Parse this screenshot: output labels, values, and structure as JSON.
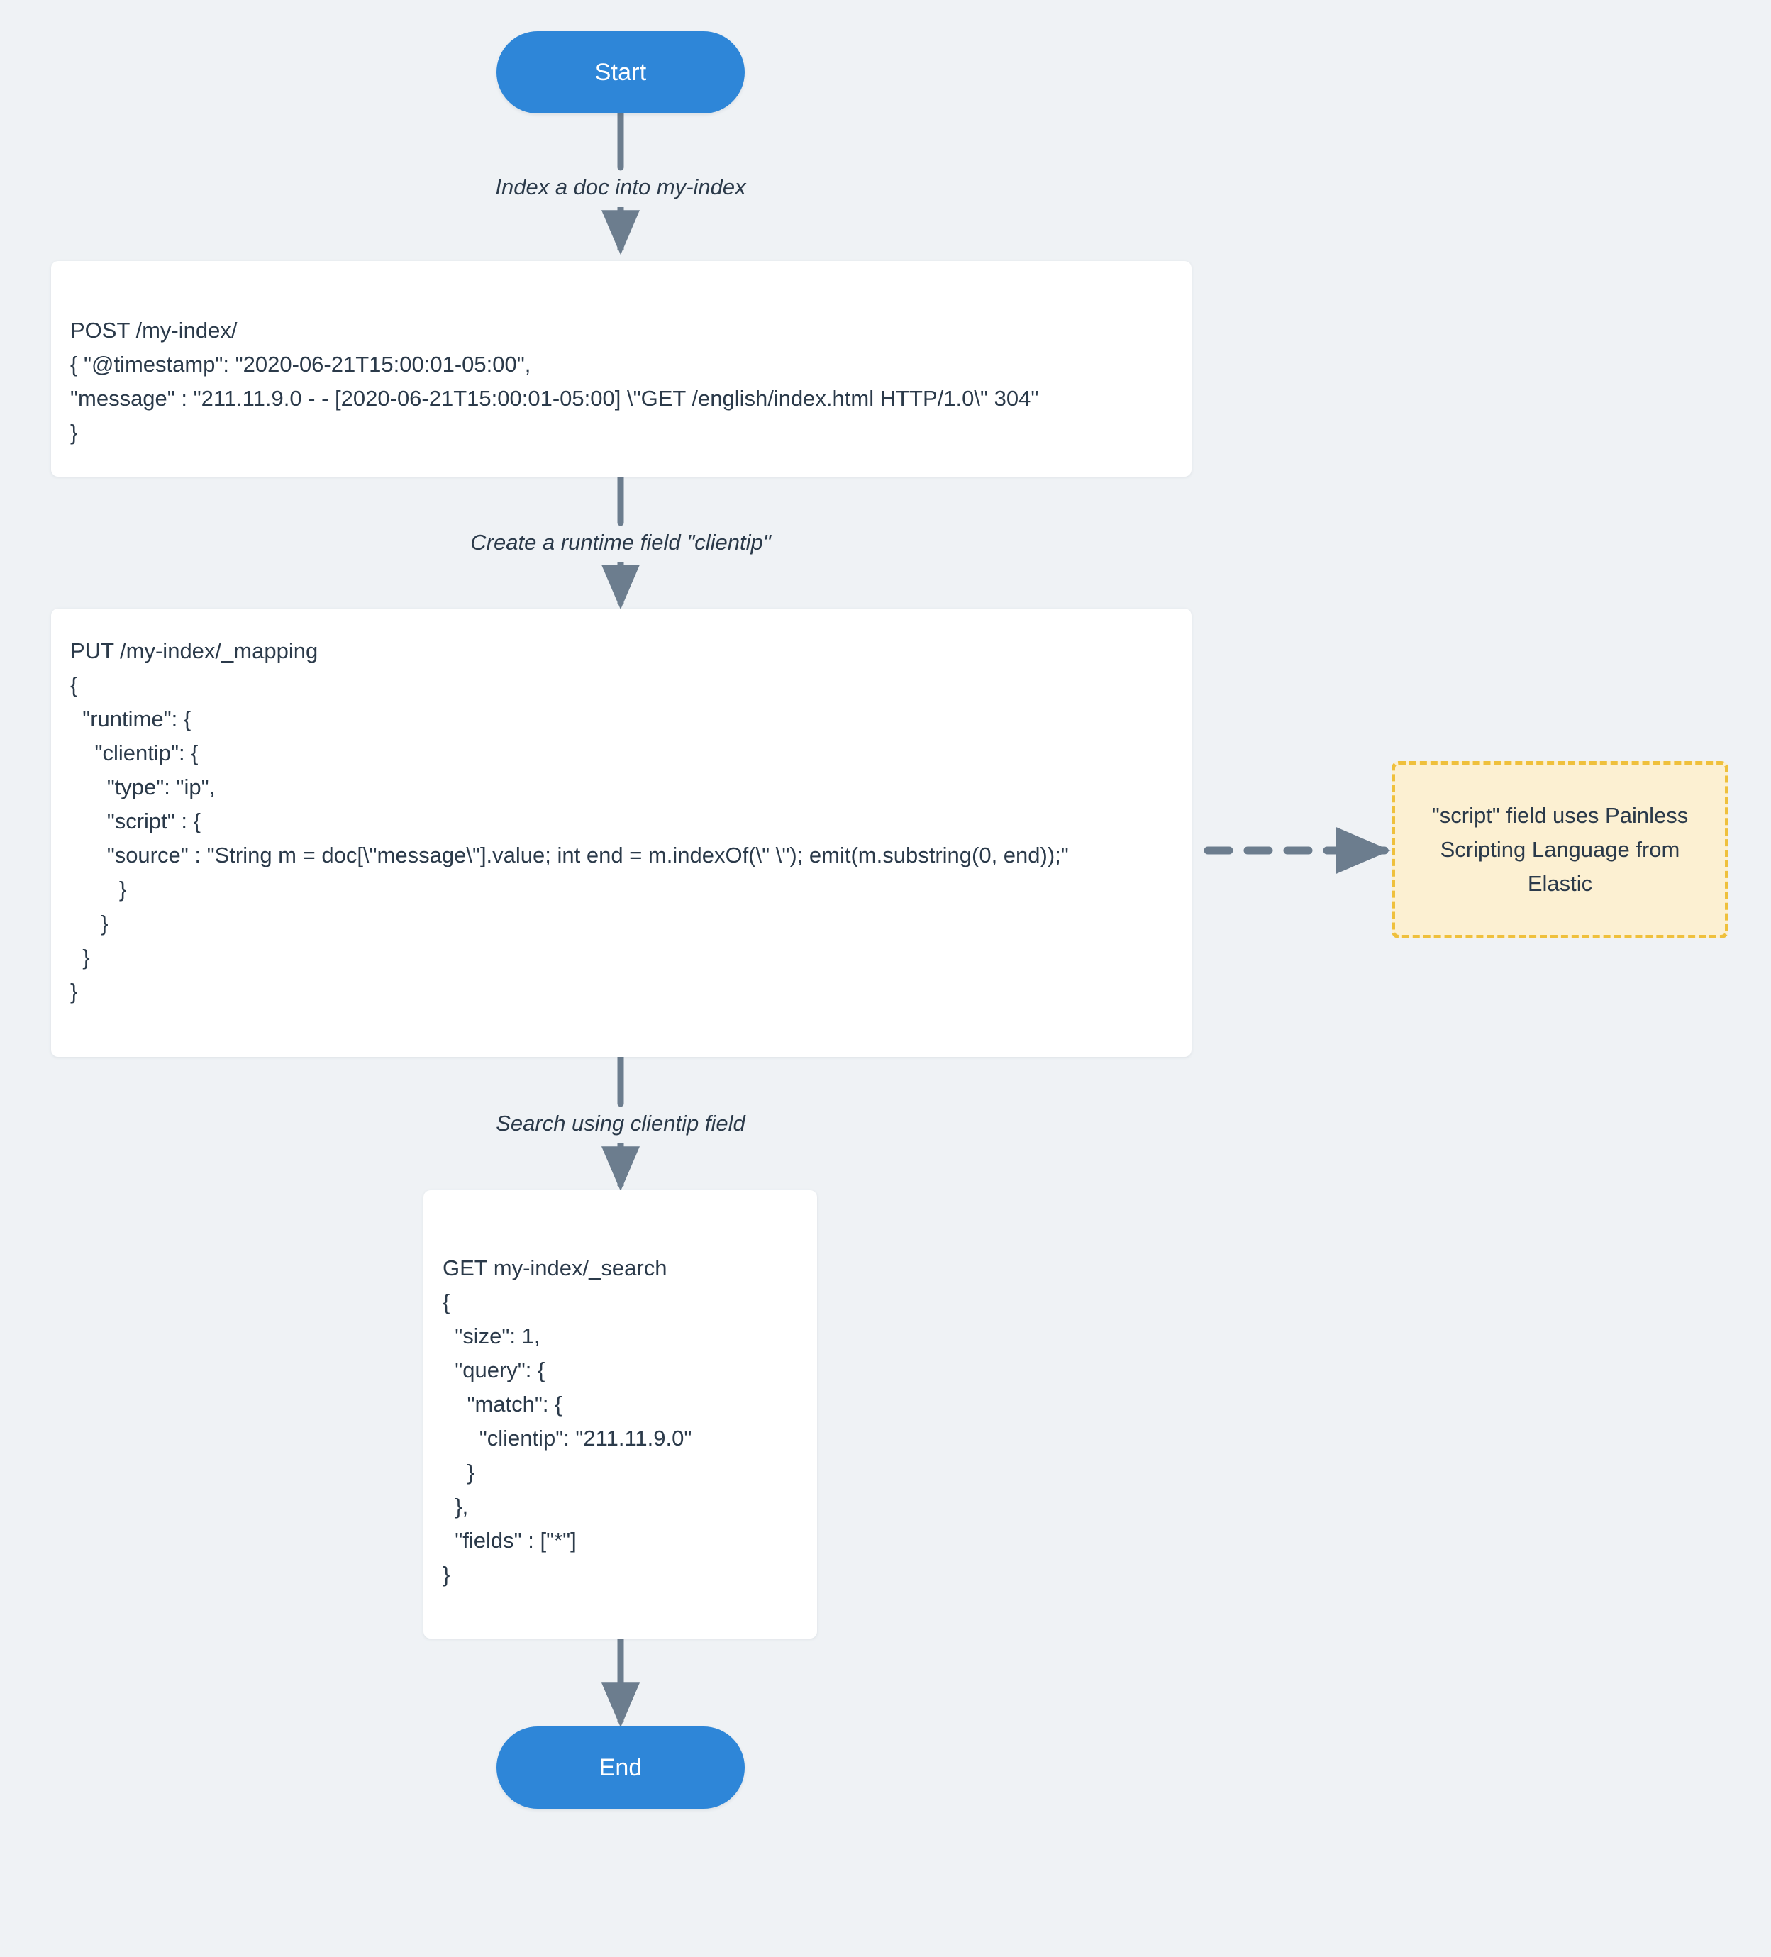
{
  "diagram": {
    "type": "flowchart",
    "direction": "top-to-bottom",
    "background_color": "#eff2f5",
    "node_color": "#2e86d8",
    "box_color": "#ffffff",
    "note_fill": "#fcf0d2",
    "note_border": "#efc03c",
    "edge_color": "#6c7d8e",
    "text_color": "#2b3a4a"
  },
  "nodes": {
    "start": {
      "label": "Start",
      "shape": "stadium"
    },
    "end": {
      "label": "End",
      "shape": "stadium"
    },
    "post_box": {
      "shape": "rectangle",
      "text": "POST /my-index/\n{ \"@timestamp\": \"2020-06-21T15:00:01-05:00\",\n\"message\" : \"211.11.9.0 - - [2020-06-21T15:00:01-05:00] \\\"GET /english/index.html HTTP/1.0\\\" 304\"\n}"
    },
    "put_box": {
      "shape": "rectangle",
      "text": "PUT /my-index/_mapping\n{\n  \"runtime\": {\n    \"clientip\": {\n      \"type\": \"ip\",\n      \"script\" : {\n      \"source\" : \"String m = doc[\\\"message\\\"].value; int end = m.indexOf(\\\" \\\"); emit(m.substring(0, end));\"\n        }\n     }\n  }\n}"
    },
    "search_box": {
      "shape": "rectangle",
      "text": "GET my-index/_search\n{\n  \"size\": 1,\n  \"query\": {\n    \"match\": {\n      \"clientip\": \"211.11.9.0\"\n    }\n  },\n  \"fields\" : [\"*\"]\n}"
    },
    "note": {
      "shape": "note",
      "text": "\"script\" field uses Painless Scripting Language from Elastic"
    }
  },
  "edges": [
    {
      "from": "start",
      "to": "post_box",
      "label": "Index a doc into my-index",
      "style": "solid"
    },
    {
      "from": "post_box",
      "to": "put_box",
      "label": "Create a runtime field \"clientip\"",
      "style": "solid"
    },
    {
      "from": "put_box",
      "to": "search_box",
      "label": "Search using clientip field",
      "style": "solid"
    },
    {
      "from": "search_box",
      "to": "end",
      "label": "",
      "style": "solid"
    },
    {
      "from": "put_box",
      "to": "note",
      "label": "",
      "style": "dashed"
    }
  ]
}
